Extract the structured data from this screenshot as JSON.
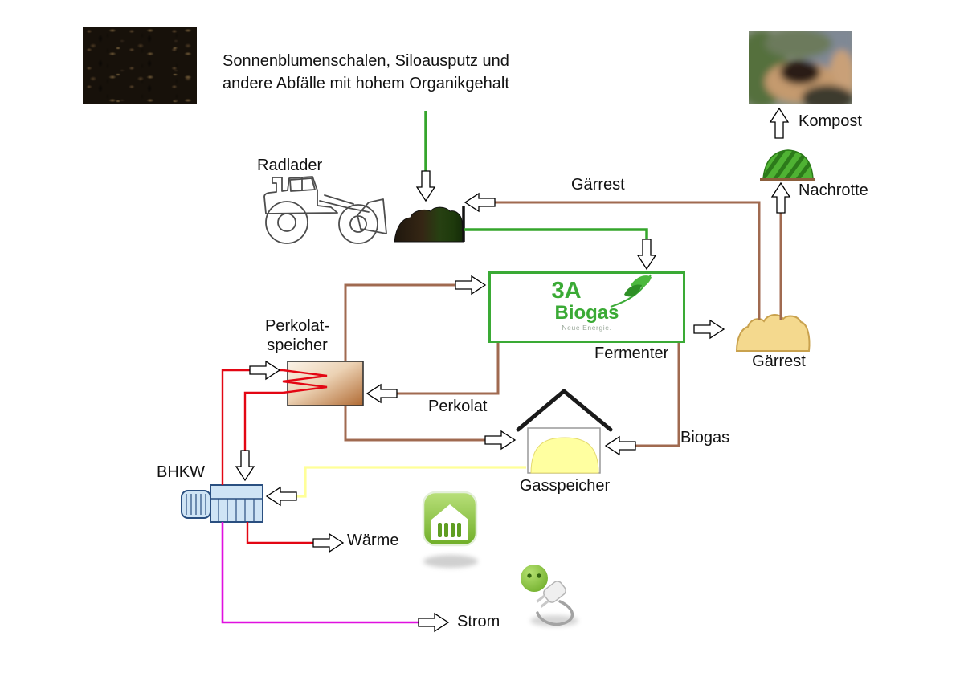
{
  "feedstock": {
    "description_line1": "Sonnenblumenschalen, Siloausputz und",
    "description_line2": "andere Abfälle mit hohem Organikgehalt",
    "loader_label": "Radlader"
  },
  "process": {
    "fermenter_label": "Fermenter",
    "perkolatspeicher_line1": "Perkolat-",
    "perkolatspeicher_line2": "speicher",
    "gasspeicher_label": "Gasspeicher",
    "bhkw_label": "BHKW",
    "gaerrest_store_label": "Gärrest",
    "nachrotte_label": "Nachrotte",
    "kompost_label": "Kompost"
  },
  "flows": {
    "gaerrest_return_label": "Gärrest",
    "perkolat_label": "Perkolat",
    "biogas_label": "Biogas",
    "waerme_label": "Wärme",
    "strom_label": "Strom"
  },
  "logo": {
    "mark": "3A",
    "name": "Biogas",
    "tagline": "Neue Energie."
  },
  "colors": {
    "line_green": "#35a52c",
    "line_brown": "#a06a50",
    "line_red": "#e30613",
    "line_yellow": "#ffff99",
    "line_magenta": "#e010e0",
    "fermenter_border": "#3aaa35",
    "bhkw_fill": "#cfe4f5",
    "bhkw_border": "#2a4f80",
    "gas_dome_yellow": "#ffffa0",
    "digestate_tan": "#f4d98e",
    "windrow_green": "#4fb233"
  },
  "icons": {
    "wheel_loader": "wheel-loader-icon",
    "feedstock_pile": "feedstock-pile-icon",
    "digestate_pile": "digestate-pile-icon",
    "compost_windrow": "compost-windrow-icon",
    "gas_storage": "gas-storage-icon",
    "chp_engine": "chp-engine-icon",
    "heated_house": "heated-house-icon",
    "power_plug": "power-plug-icon",
    "flow_arrow": "outline-arrow-icon"
  }
}
